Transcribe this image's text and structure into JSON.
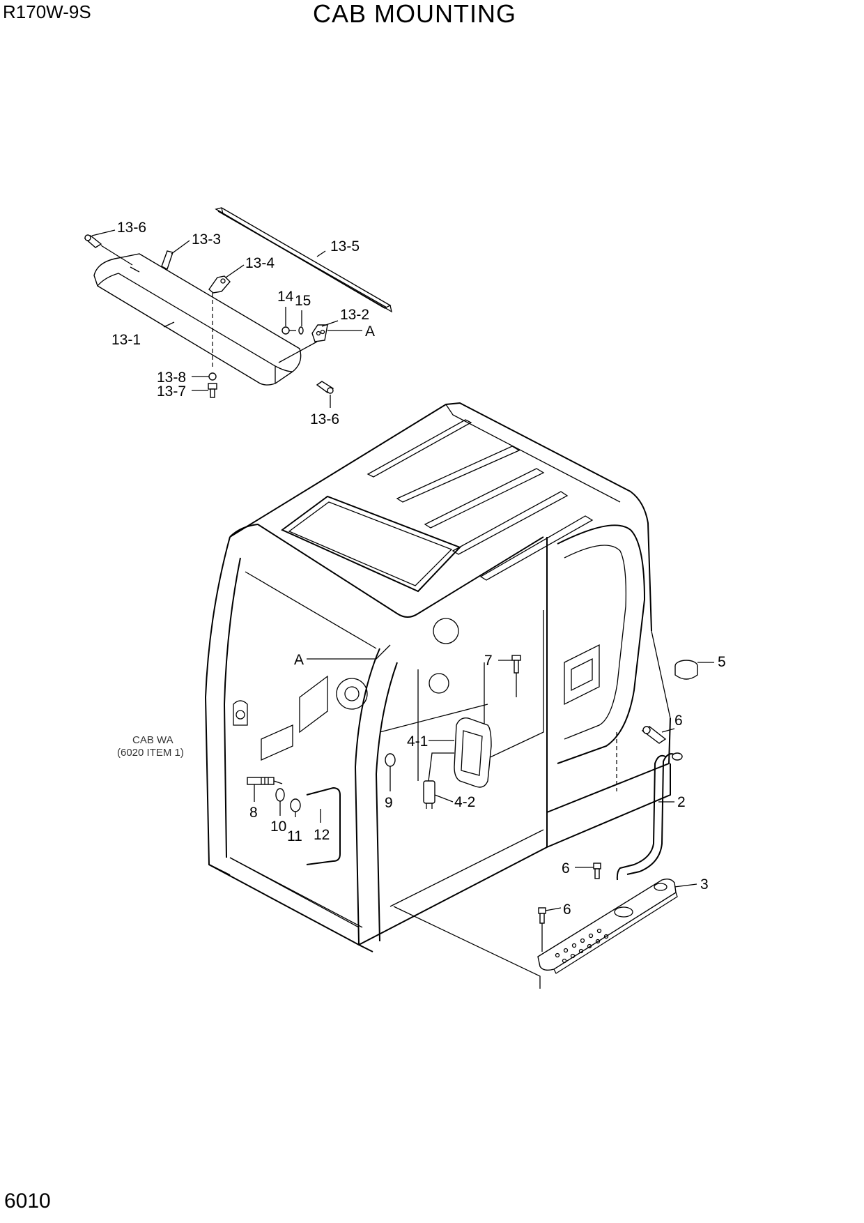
{
  "header": {
    "model": "R170W-9S",
    "title": "CAB MOUNTING"
  },
  "footer": {
    "page_number": "6010"
  },
  "callouts": {
    "13-6-top": "13-6",
    "13-3": "13-3",
    "13-5": "13-5",
    "13-4": "13-4",
    "14": "14",
    "15": "15",
    "13-2": "13-2",
    "A-top": "A",
    "13-1": "13-1",
    "13-8": "13-8",
    "13-7": "13-7",
    "13-6-bottom": "13-6",
    "A-cab": "A",
    "7": "7",
    "5": "5",
    "6-right": "6",
    "4-1": "4-1",
    "9": "9",
    "4-2": "4-2",
    "8": "8",
    "10": "10",
    "11": "11",
    "12": "12",
    "2": "2",
    "6-mid": "6",
    "3": "3",
    "6-low": "6"
  },
  "reference_note": {
    "line1": "CAB WA",
    "line2": "(6020 ITEM 1)"
  }
}
